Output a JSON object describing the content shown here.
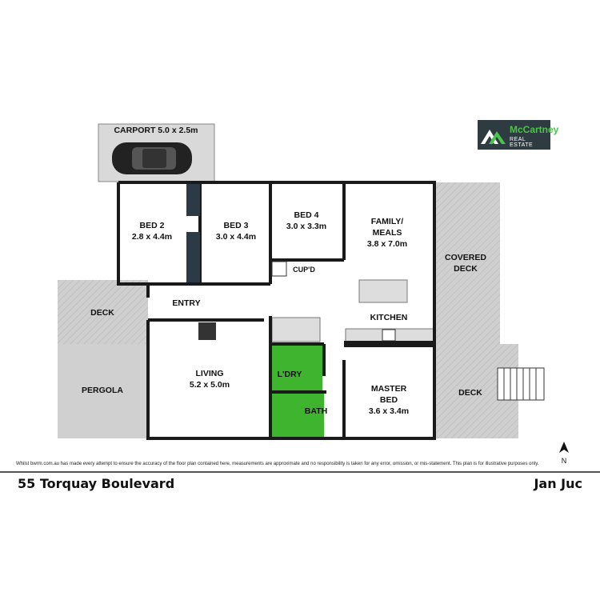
{
  "carport": {
    "label": "CARPORT 5.0 x 2.5m"
  },
  "logo": {
    "name": "McCartney",
    "sub": "REAL ESTATE"
  },
  "rooms": {
    "bed2": {
      "name": "BED 2",
      "size": "2.8 x 4.4m"
    },
    "bed3": {
      "name": "BED 3",
      "size": "3.0 x 4.4m"
    },
    "bed4": {
      "name": "BED 4",
      "size": "3.0 x 3.3m"
    },
    "family": {
      "name1": "FAMILY/",
      "name2": "MEALS",
      "size": "3.8 x 7.0m"
    },
    "cupd": {
      "name": "CUP'D"
    },
    "entry": {
      "name": "ENTRY"
    },
    "kitchen": {
      "name": "KITCHEN"
    },
    "living": {
      "name": "LIVING",
      "size": "5.2 x 5.0m"
    },
    "laundry": {
      "name": "L'DRY"
    },
    "bath": {
      "name": "BATH"
    },
    "master": {
      "name1": "MASTER",
      "name2": "BED",
      "size": "3.6 x 3.4m"
    },
    "deck_left": {
      "name": "DECK"
    },
    "pergola": {
      "name": "PERGOLA"
    },
    "covered_deck": {
      "name1": "COVERED",
      "name2": "DECK"
    },
    "deck_right": {
      "name": "DECK"
    }
  },
  "compass": {
    "label": "N"
  },
  "disclaimer": "Whilst bwrm.com.au has made every attempt to ensure the accuracy of the floor plan contained here, measurements are approximate and no responsibility is taken for any error, omission, or mis-statement. This plan is for illustrative purposes only.",
  "footer": {
    "address": "55 Torquay Boulevard",
    "suburb": "Jan Juc"
  },
  "colors": {
    "wet_area": "#3fb52f",
    "wall": "#1a1a1a",
    "deck": "#c8c8c8",
    "pergola": "#d0d0d0",
    "logo_bg": "#2e3b40",
    "logo_accent": "#4cc34a"
  }
}
